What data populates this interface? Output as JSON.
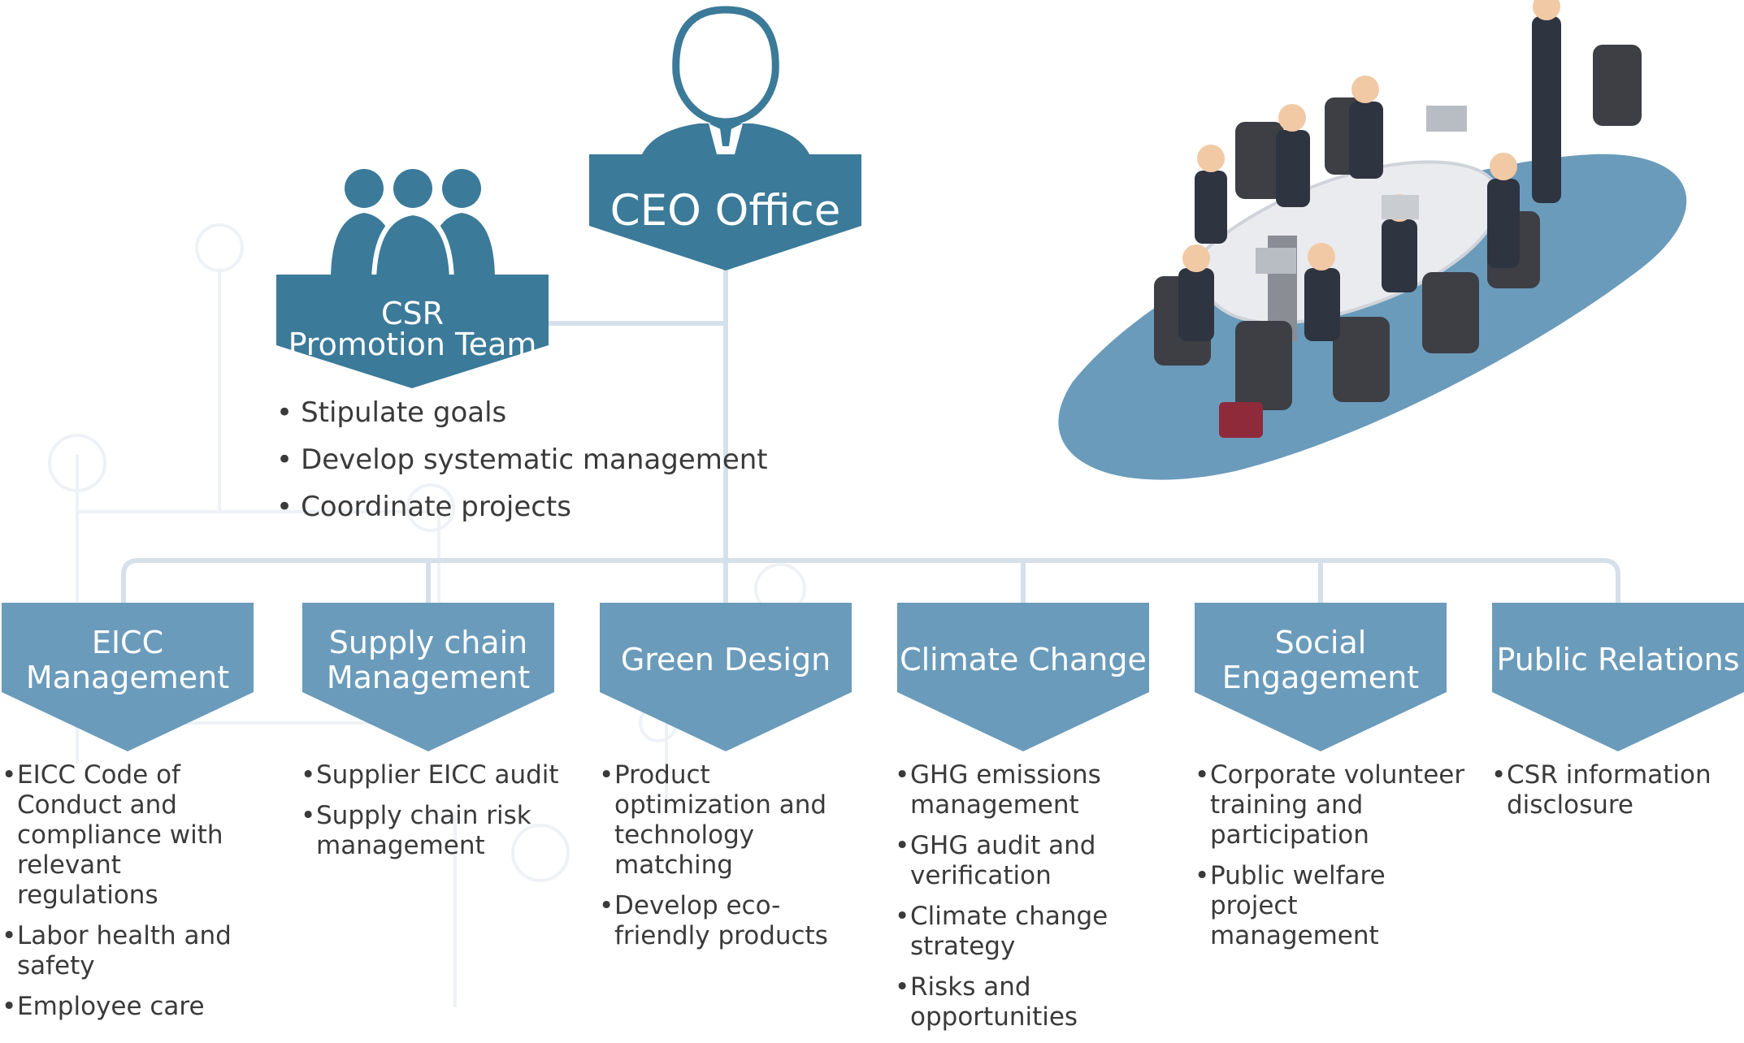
{
  "colors": {
    "box_dark": "#3b7a99",
    "box_light": "#6a9bbb",
    "connector": "#d6e0ea",
    "text": "#3a3a3a",
    "table_shadow": "#6a9bbb"
  },
  "ceo": {
    "label": "CEO Office",
    "icon": "ceo-person-icon"
  },
  "csr_team": {
    "label": "CSR\nPromotion Team",
    "icon": "team-icon",
    "items": [
      "Stipulate goals",
      "Develop systematic management",
      "Coordinate projects"
    ]
  },
  "departments": [
    {
      "label": "EICC\nManagement",
      "items": [
        "EICC Code of Conduct and compliance with relevant regulations",
        "Labor health and safety",
        "Employee care"
      ]
    },
    {
      "label": "Supply chain\nManagement",
      "items": [
        "Supplier EICC audit",
        "Supply chain risk management"
      ]
    },
    {
      "label": "Green Design",
      "items": [
        "Product optimization and technology matching",
        "Develop eco-friendly products"
      ]
    },
    {
      "label": "Climate Change",
      "items": [
        "GHG emissions management",
        "GHG audit and verification",
        "Climate change strategy",
        "Risks and opportunities"
      ]
    },
    {
      "label": "Social\nEngagement",
      "items": [
        "Corporate volunteer training and participation",
        "Public welfare project management"
      ]
    },
    {
      "label": "Public Relations",
      "items": [
        "CSR information disclosure"
      ]
    }
  ],
  "illustration": {
    "icon": "meeting-illustration"
  }
}
